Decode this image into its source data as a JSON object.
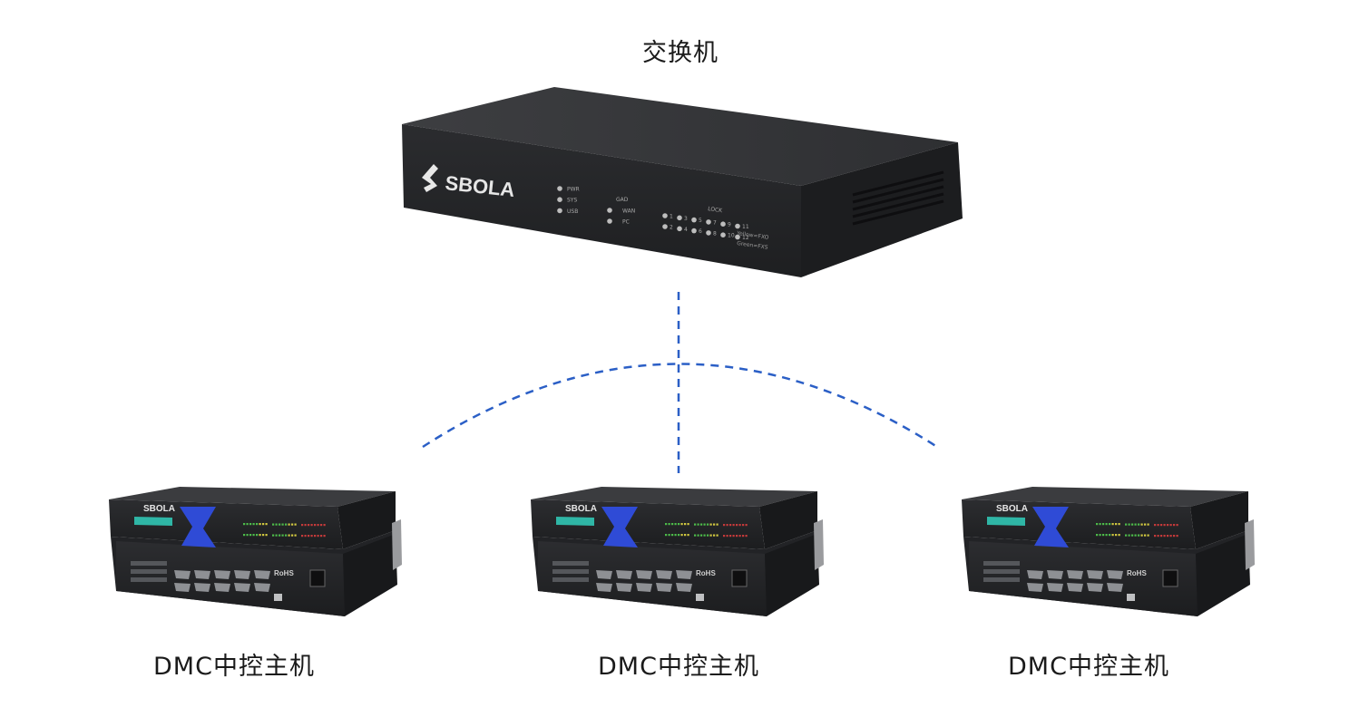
{
  "labels": {
    "switch": "交换机",
    "dmc_1": "DMC中控主机",
    "dmc_2": "DMC中控主机",
    "dmc_3": "DMC中控主机"
  },
  "switch_device": {
    "brand": "SBOLA",
    "leds_left": [
      "PWR",
      "SYS",
      "USB"
    ],
    "leds_mid_group": "GAD",
    "leds_mid": [
      "WAN",
      "PC"
    ],
    "ports_group": "LOCK",
    "ports_row1": [
      "1",
      "3",
      "5",
      "7",
      "9",
      "11"
    ],
    "ports_row2": [
      "2",
      "4",
      "6",
      "8",
      "10",
      "12"
    ],
    "legend_1": "Yellow=FXO",
    "legend_2": "Green=FXS"
  },
  "dmc_device": {
    "brand": "SBOLA",
    "badge": "RoHS"
  },
  "colors": {
    "link": "#2b5fc6",
    "device_dark": "#2a2b2e",
    "device_top": "#3a3b3e",
    "device_side": "#1c1d1f",
    "accent_blue": "#2f4bd6",
    "lcd": "#2fb6a6"
  }
}
